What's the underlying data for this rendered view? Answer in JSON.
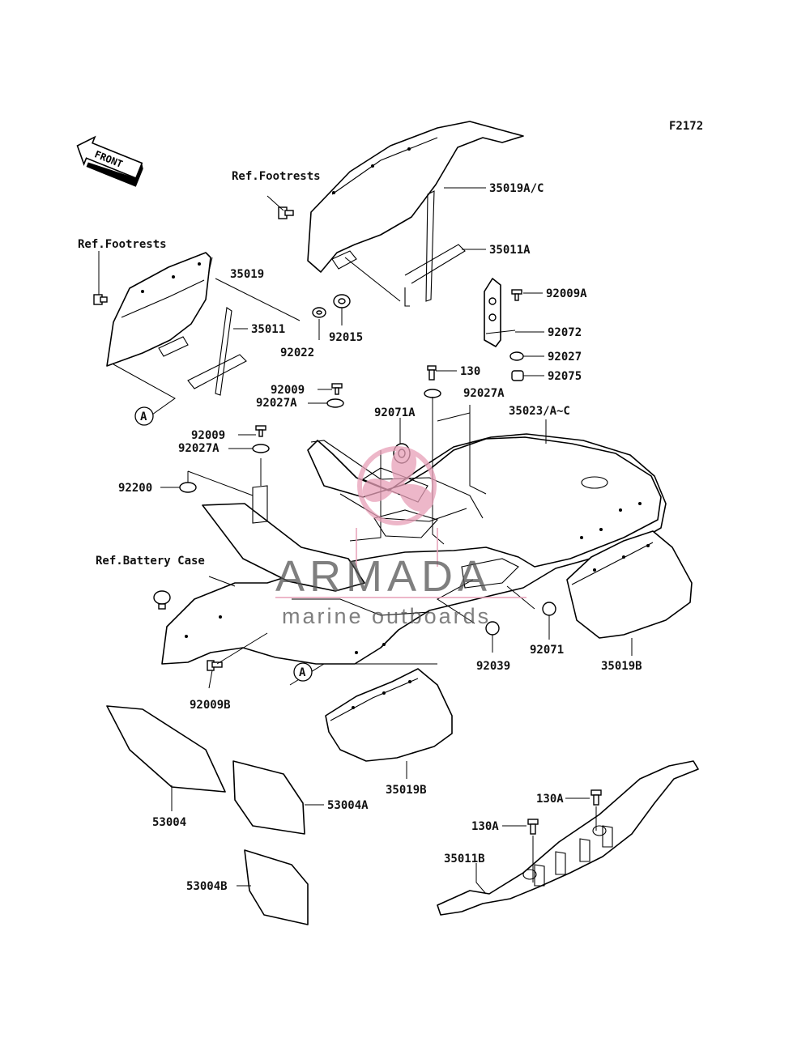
{
  "figure_code": "F2172",
  "front_arrow_label": "FRONT",
  "watermark": {
    "brand": "ARMADA",
    "tagline": "marine outboards",
    "accent_color": "#e8a0b8",
    "text_color": "#555555"
  },
  "callouts": {
    "c35019AC": "35019A/C",
    "c35011A": "35011A",
    "c92009A": "92009A",
    "c92072": "92072",
    "c92027": "92027",
    "c92075": "92075",
    "c130": "130",
    "c92027A_r": "92027A",
    "c35023": "35023/A~C",
    "c92071A": "92071A",
    "c35019": "35019",
    "c35011": "35011",
    "c92015": "92015",
    "c92022": "92022",
    "c92009_1": "92009",
    "c92027A_1": "92027A",
    "c92009_2": "92009",
    "c92027A_2": "92027A",
    "c92200": "92200",
    "c92071": "92071",
    "c92039": "92039",
    "c35019B_r": "35019B",
    "c92009B": "92009B",
    "c35019B_c": "35019B",
    "c53004": "53004",
    "c53004A": "53004A",
    "c53004B": "53004B",
    "c130A_1": "130A",
    "c130A_2": "130A",
    "c35011B": "35011B"
  },
  "references": {
    "footrests_1": "Ref.Footrests",
    "footrests_2": "Ref.Footrests",
    "battery_case": "Ref.Battery Case"
  },
  "markers": {
    "a1": "A",
    "a2": "A"
  }
}
